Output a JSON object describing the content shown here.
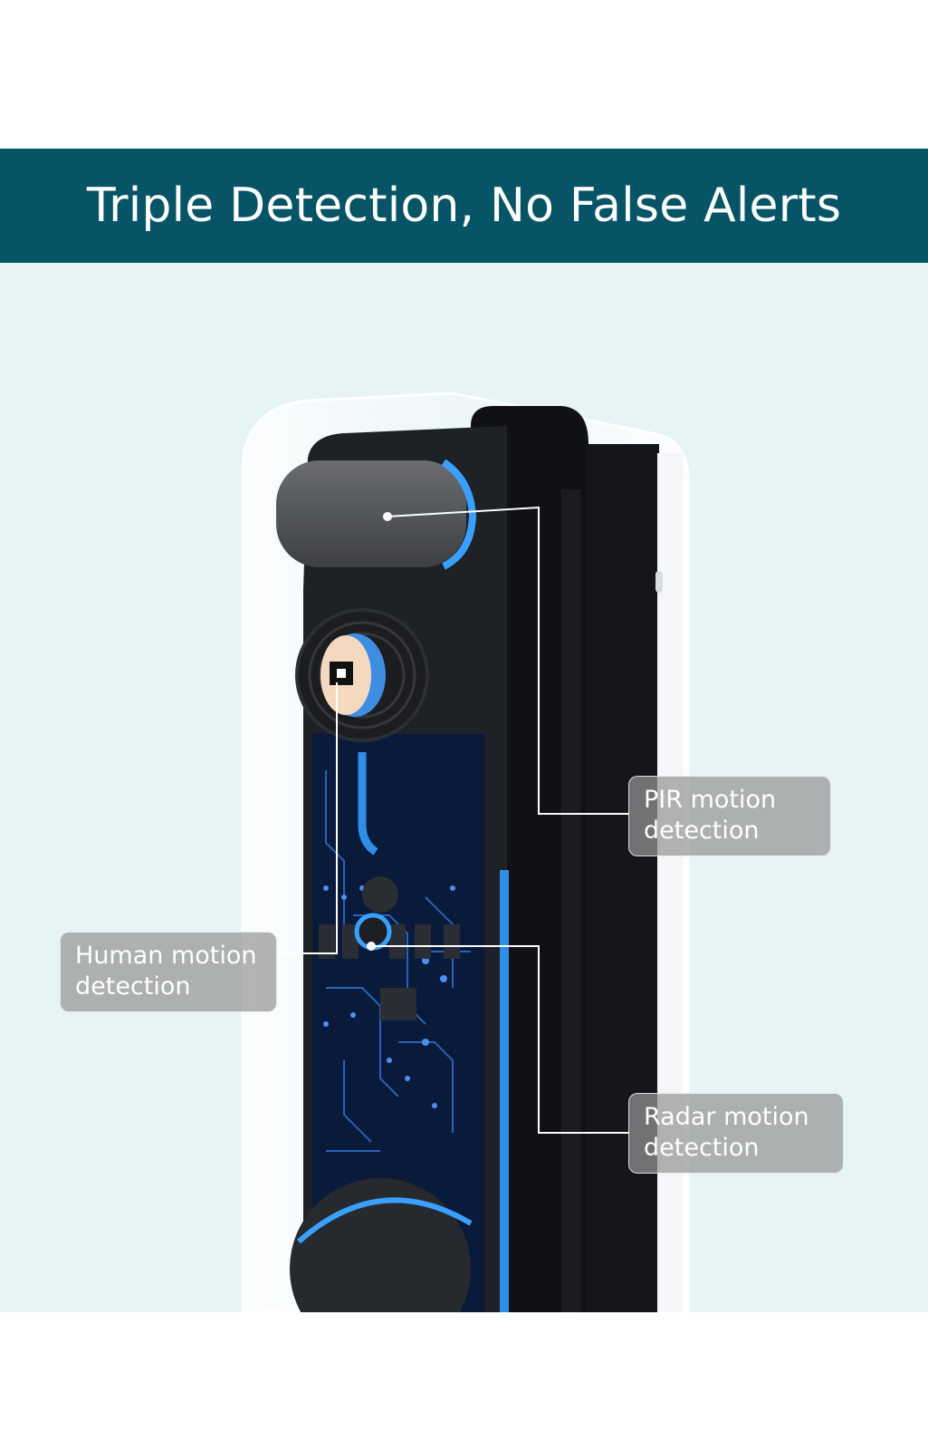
{
  "banner": {
    "title": "Triple Detection, No False Alerts",
    "bg_color": "#075467"
  },
  "callouts": {
    "pir": {
      "line1": "PIR motion",
      "line2": "detection"
    },
    "human": {
      "line1": "Human motion",
      "line2": "detection"
    },
    "radar": {
      "line1": "Radar motion",
      "line2": "detection"
    }
  },
  "colors": {
    "background": "#e6f4f6",
    "accent_blue": "#2f8ee8",
    "device_black": "#0f1114"
  }
}
